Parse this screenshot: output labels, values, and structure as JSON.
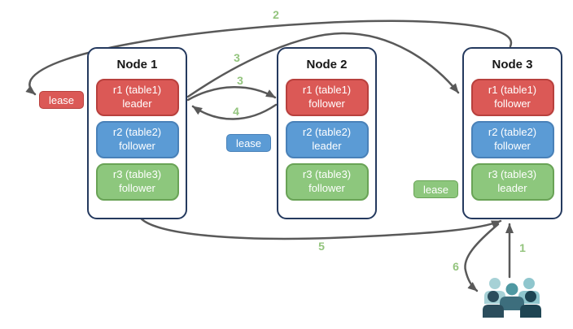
{
  "diagram_type": "distributed-database-replication-diagram",
  "nodes": [
    {
      "title": "Node 1",
      "replicas": [
        {
          "name": "r1 (table1)",
          "role": "leader",
          "color": "red"
        },
        {
          "name": "r2 (table2)",
          "role": "follower",
          "color": "blue"
        },
        {
          "name": "r3 (table3)",
          "role": "follower",
          "color": "green"
        }
      ]
    },
    {
      "title": "Node 2",
      "replicas": [
        {
          "name": "r1 (table1)",
          "role": "follower",
          "color": "red"
        },
        {
          "name": "r2 (table2)",
          "role": "leader",
          "color": "blue"
        },
        {
          "name": "r3 (table3)",
          "role": "follower",
          "color": "green"
        }
      ]
    },
    {
      "title": "Node 3",
      "replicas": [
        {
          "name": "r1 (table1)",
          "role": "follower",
          "color": "red"
        },
        {
          "name": "r2 (table2)",
          "role": "follower",
          "color": "blue"
        },
        {
          "name": "r3 (table3)",
          "role": "leader",
          "color": "green"
        }
      ]
    }
  ],
  "leases": [
    {
      "label": "lease",
      "color": "red"
    },
    {
      "label": "lease",
      "color": "blue"
    },
    {
      "label": "lease",
      "color": "green"
    }
  ],
  "arrow_labels": {
    "a1": "1",
    "a2": "2",
    "a3_long": "3",
    "a3_short": "3",
    "a4": "4",
    "a5": "5",
    "a6": "6"
  },
  "colors": {
    "red_fill": "#db5956",
    "red_border": "#b8403d",
    "blue_fill": "#5b9bd5",
    "blue_border": "#4981b8",
    "green_fill": "#8dc77d",
    "green_border": "#69a356",
    "node_border": "#24395e",
    "arrow_stroke": "#595959",
    "number_label_green": "#93c47d",
    "users_light_teal": "#a6d1d6",
    "users_mid_teal": "#4f98a2",
    "users_dark_slate": "#2b4d5c"
  }
}
